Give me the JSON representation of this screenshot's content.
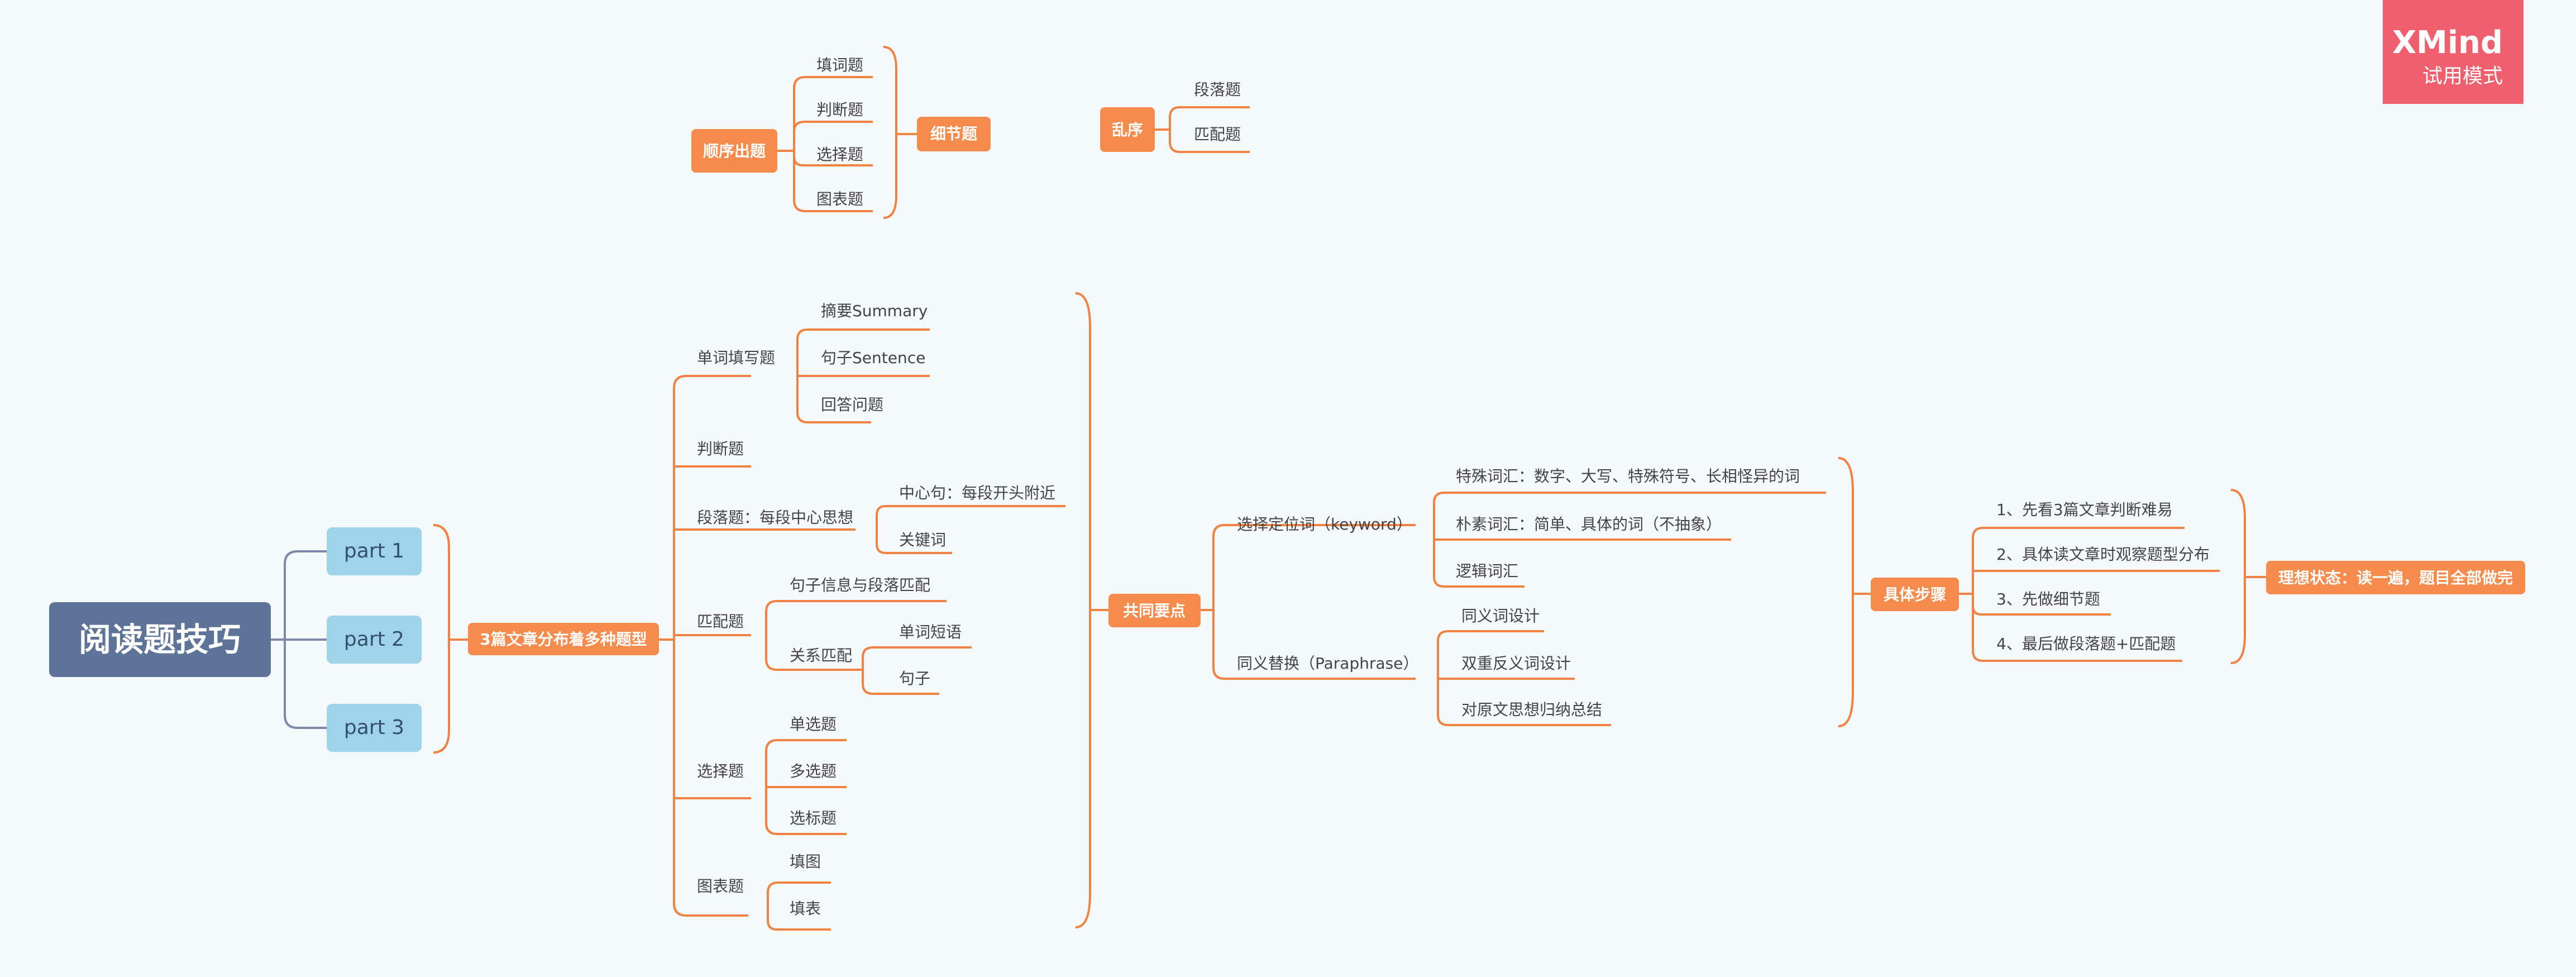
{
  "colors": {
    "background": "#f4f9fc",
    "root": "#5d7398",
    "part": "#9fd3ea",
    "orange": "#f58b4c",
    "line": "#f08344",
    "part_line": "#7d89a8",
    "brand": "#ef5f6d"
  },
  "brand": {
    "name": "XMind",
    "mode": "试用模式"
  },
  "root": "阅读题技巧",
  "parts": [
    "part 1",
    "part 2",
    "part 3"
  ],
  "topic_distribution": "3篇文章分布着多种题型",
  "question_types": {
    "fill_words": {
      "label": "单词填写题",
      "items": [
        "摘要Summary",
        "句子Sentence",
        "回答问题"
      ]
    },
    "true_false": {
      "label": "判断题"
    },
    "paragraph": {
      "label": "段落题：每段中心思想",
      "items": [
        "中心句：每段开头附近",
        "关键词"
      ]
    },
    "matching": {
      "label": "匹配题",
      "items": [
        "句子信息与段落匹配",
        "关系匹配"
      ],
      "relation_items": [
        "单词短语",
        "句子"
      ]
    },
    "choice": {
      "label": "选择题",
      "items": [
        "单选题",
        "多选题",
        "选标题"
      ]
    },
    "chart": {
      "label": "图表题",
      "items": [
        "填图",
        "填表"
      ]
    }
  },
  "order_group": {
    "label": "顺序出题",
    "items": [
      "填词题",
      "判断题",
      "选择题",
      "图表题"
    ],
    "summary": "细节题"
  },
  "random_group": {
    "label": "乱序",
    "items": [
      "段落题",
      "匹配题"
    ]
  },
  "common_points": {
    "label": "共同要点",
    "keyword": {
      "label": "选择定位词（keyword）",
      "items": [
        "特殊词汇：数字、大写、特殊符号、长相怪异的词",
        "朴素词汇：简单、具体的词（不抽象）",
        "逻辑词汇"
      ]
    },
    "paraphrase": {
      "label": "同义替换（Paraphrase）",
      "items": [
        "同义词设计",
        "双重反义词设计",
        "对原文思想归纳总结"
      ]
    }
  },
  "steps": {
    "label": "具体步骤",
    "items": [
      "1、先看3篇文章判断难易",
      "2、具体读文章时观察题型分布",
      "3、先做细节题",
      "4、最后做段落题+匹配题"
    ]
  },
  "ideal_state": "理想状态：读一遍，题目全部做完"
}
